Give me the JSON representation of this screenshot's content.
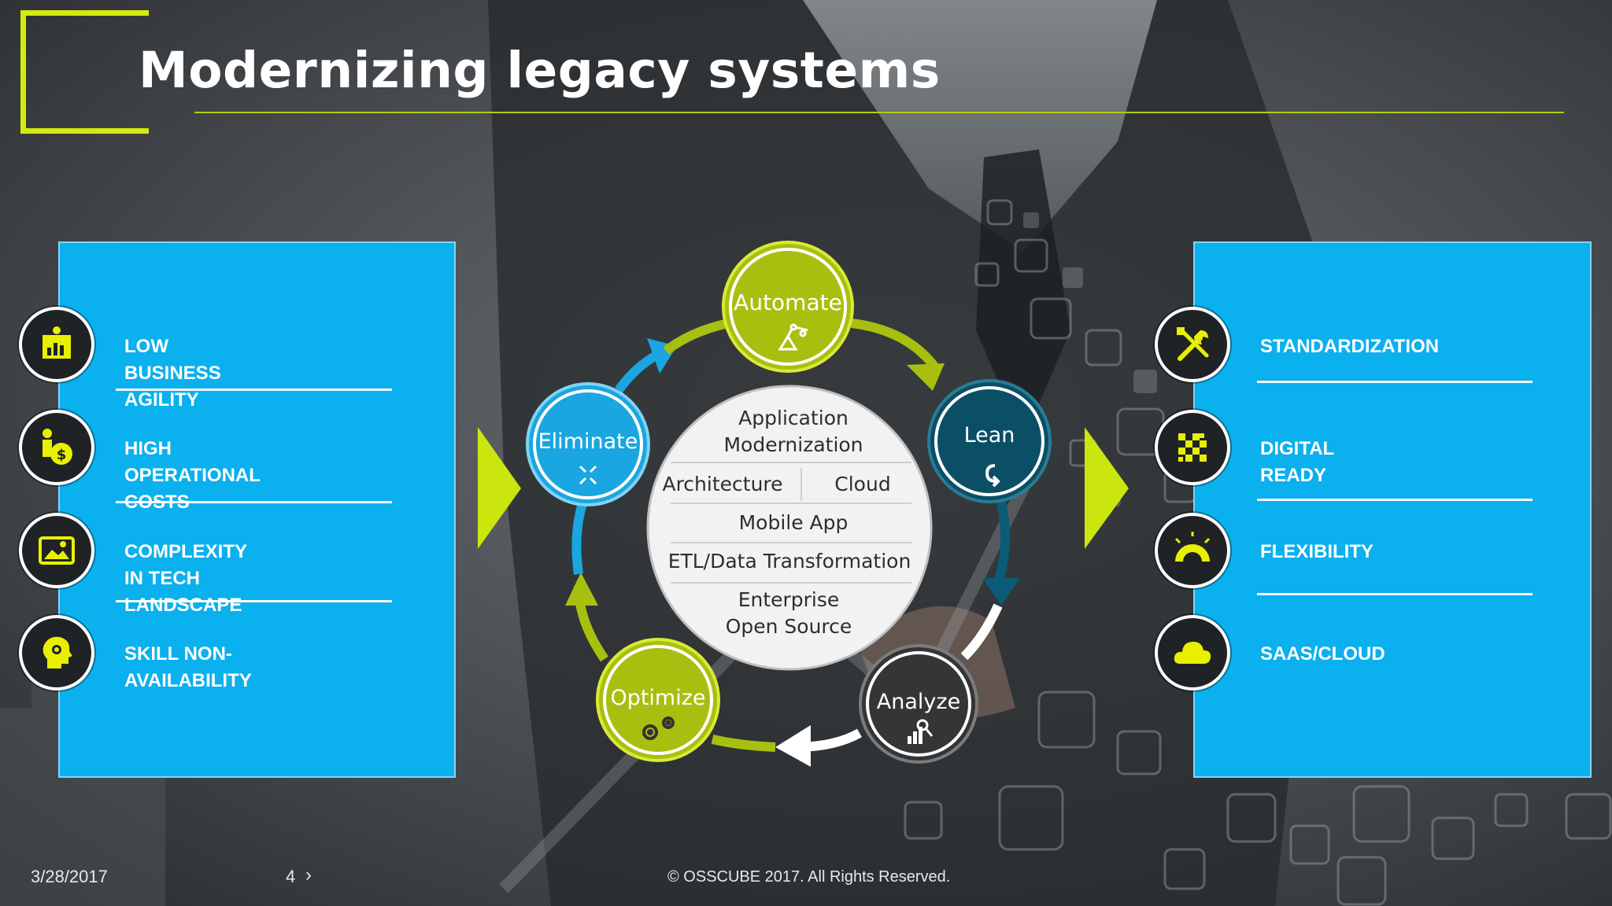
{
  "slide": {
    "title": "Modernizing legacy systems"
  },
  "colors": {
    "accent": "#d5ea0f",
    "panel": "#0bb0ee",
    "automate": "#a9bf10",
    "lean": "#0a4f66",
    "analyze": "#333536",
    "eliminate": "#1aa6e0"
  },
  "challenges": [
    {
      "label": "LOW BUSINESS AGILITY",
      "icon": "business-chart-icon"
    },
    {
      "label": "HIGH OPERATIONAL COSTS",
      "icon": "dollar-cost-icon"
    },
    {
      "label": "COMPLEXITY IN TECH\nLANDSCAPE",
      "icon": "image-frame-icon"
    },
    {
      "label": "SKILL NON-AVAILABILITY",
      "icon": "head-idea-icon"
    }
  ],
  "benefits": [
    {
      "label": "STANDARDIZATION",
      "icon": "tools-icon"
    },
    {
      "label": "DIGITAL READY",
      "icon": "checkered-icon"
    },
    {
      "label": "FLEXIBILITY",
      "icon": "sunburst-gauge-icon"
    },
    {
      "label": "SAAS/CLOUD",
      "icon": "cloud-icon"
    }
  ],
  "cycle": {
    "automate": {
      "label": "Automate",
      "icon": "robot-arm-icon"
    },
    "lean": {
      "label": "Lean",
      "icon": "cycle-arrow-icon"
    },
    "analyze": {
      "label": "Analyze",
      "icon": "analytics-search-icon"
    },
    "optimize": {
      "label": "Optimize",
      "icon": "gears-icon"
    },
    "eliminate": {
      "label": "Eliminate",
      "icon": "compress-arrows-icon"
    }
  },
  "core": {
    "line1": "Application",
    "line2": "Modernization",
    "architecture": "Architecture",
    "cloud": "Cloud",
    "mobile": "Mobile App",
    "etl": "ETL/Data Transformation",
    "enterprise1": "Enterprise",
    "enterprise2": "Open Source"
  },
  "footer": {
    "date": "3/28/2017",
    "page": "4",
    "copyright": "© OSSCUBE 2017. All Rights Reserved."
  }
}
